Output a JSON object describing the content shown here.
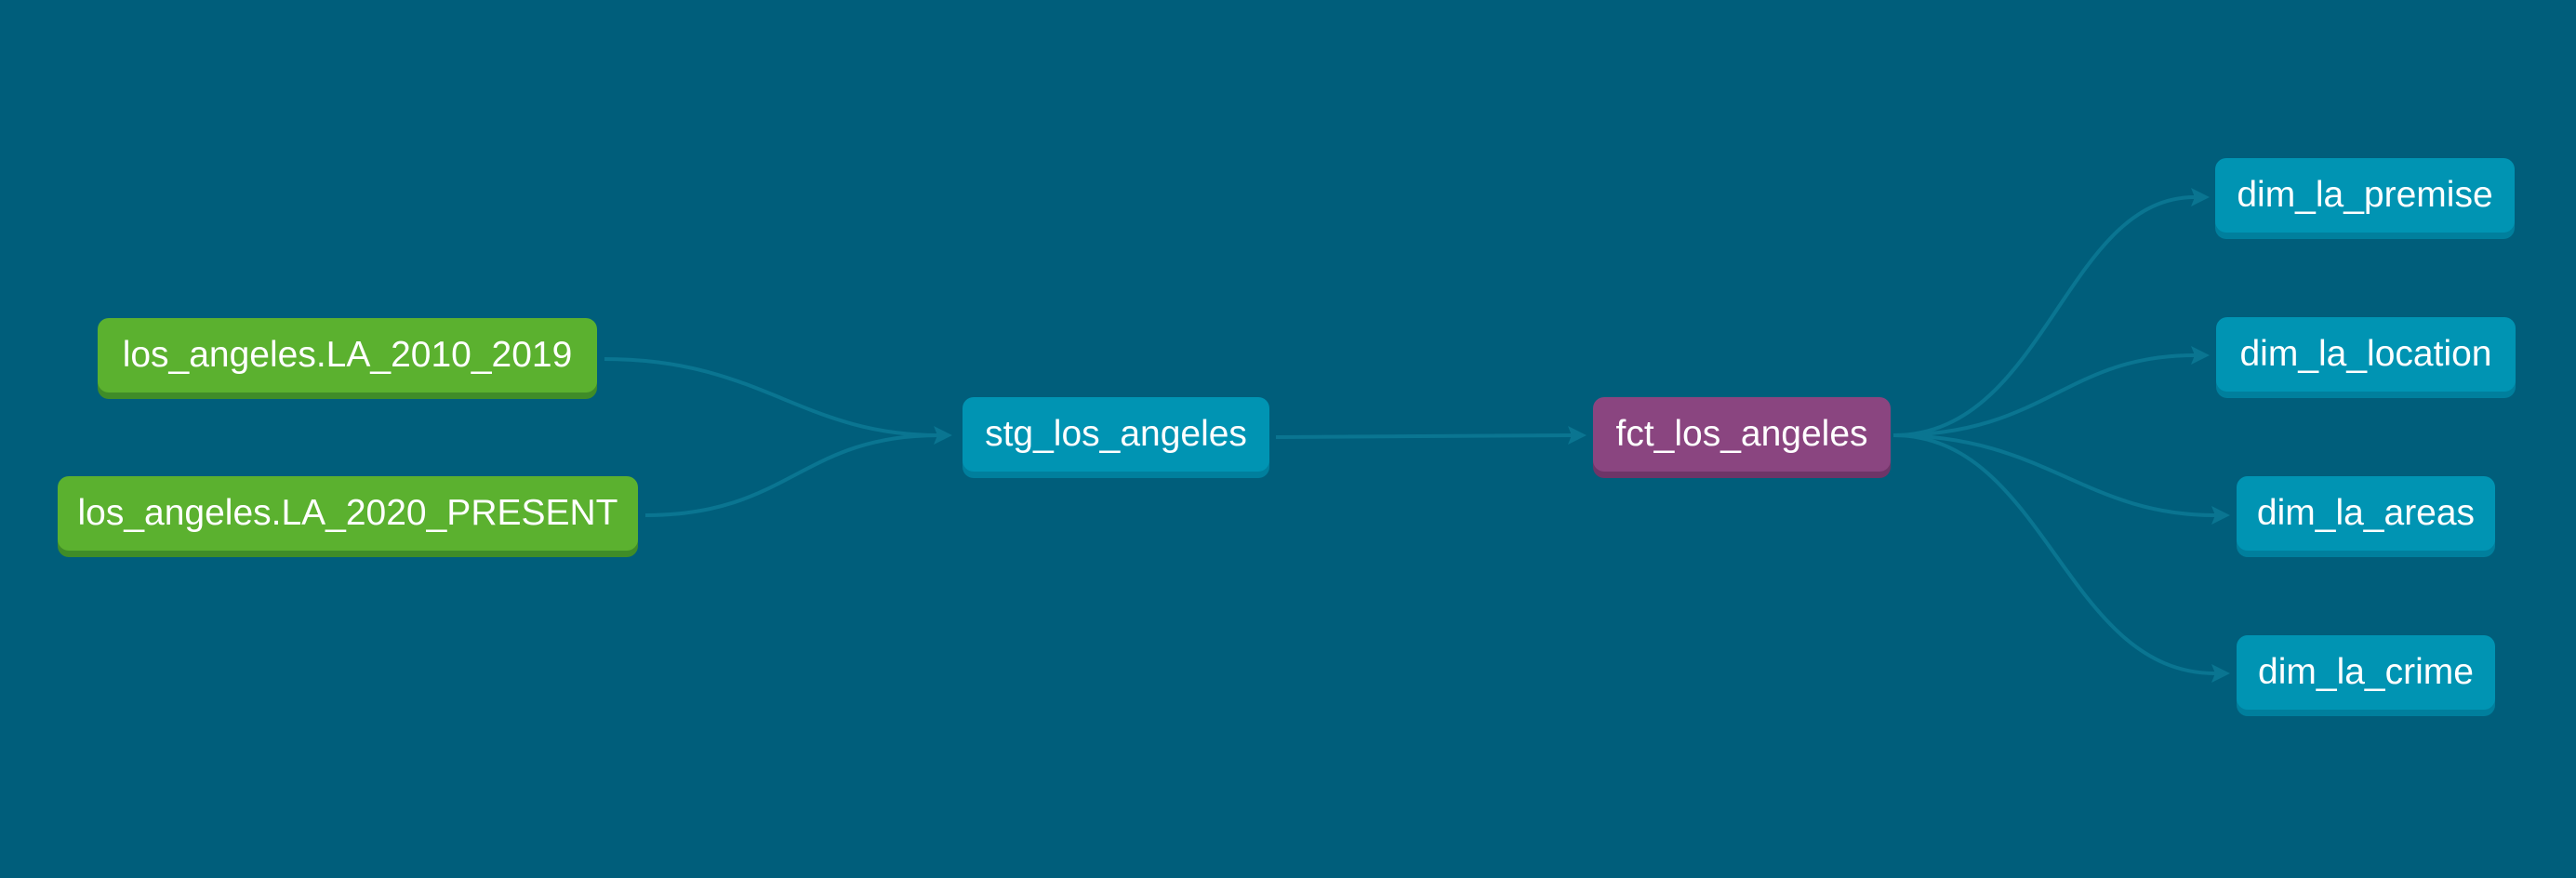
{
  "graph": {
    "nodes": {
      "src_2010": {
        "label": "los_angeles.LA_2010_2019",
        "type": "source"
      },
      "src_2020": {
        "label": "los_angeles.LA_2020_PRESENT",
        "type": "source"
      },
      "stg": {
        "label": "stg_los_angeles",
        "type": "model"
      },
      "fct": {
        "label": "fct_los_angeles",
        "type": "fact"
      },
      "dim_premise": {
        "label": "dim_la_premise",
        "type": "model"
      },
      "dim_location": {
        "label": "dim_la_location",
        "type": "model"
      },
      "dim_areas": {
        "label": "dim_la_areas",
        "type": "model"
      },
      "dim_crime": {
        "label": "dim_la_crime",
        "type": "model"
      }
    },
    "edges": [
      {
        "from": "src_2010",
        "to": "stg"
      },
      {
        "from": "src_2020",
        "to": "stg"
      },
      {
        "from": "stg",
        "to": "fct"
      },
      {
        "from": "fct",
        "to": "dim_premise"
      },
      {
        "from": "fct",
        "to": "dim_location"
      },
      {
        "from": "fct",
        "to": "dim_areas"
      },
      {
        "from": "fct",
        "to": "dim_crime"
      }
    ],
    "colors": {
      "background": "#005e7b",
      "source": "#5bb12f",
      "model": "#0094b3",
      "fact": "#8a4580",
      "edge": "#0a7591"
    }
  }
}
